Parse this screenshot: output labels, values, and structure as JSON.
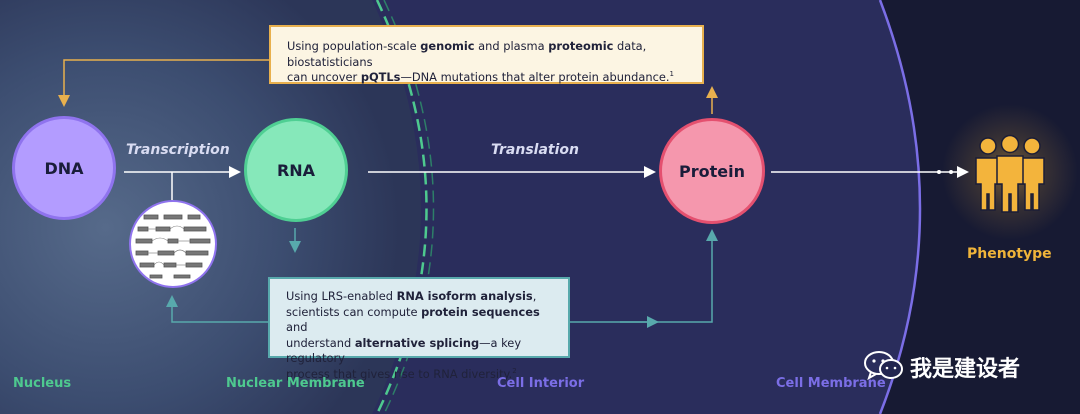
{
  "nodes": {
    "dna": "DNA",
    "rna": "RNA",
    "protein": "Protein"
  },
  "processes": {
    "transcription": "Transcription",
    "translation": "Translation"
  },
  "top_box": {
    "t1": "Using population-scale ",
    "b1": "genomic",
    "t2": " and plasma ",
    "b2": "proteomic",
    "t3": " data, biostatisticians",
    "t4": "can uncover ",
    "b3": "pQTLs",
    "t5": "—DNA mutations that alter protein abundance.",
    "sup": "1"
  },
  "bottom_box": {
    "t1": "Using LRS-enabled ",
    "b1": "RNA isoform analysis",
    "t2": ",",
    "t3": "scientists can compute ",
    "b2": "protein sequences",
    "t4": " and",
    "t5": "understand ",
    "b3": "alternative splicing",
    "t6": "—a key regulatory",
    "t7": "process that gives rise to RNA diversity.",
    "sup": "2"
  },
  "phenotype": "Phenotype",
  "regions": {
    "nucleus": "Nucleus",
    "nuclear_membrane": "Nuclear Membrane",
    "cell_interior": "Cell Interior",
    "cell_membrane": "Cell Membrane"
  },
  "watermark": "我是建设者",
  "colors": {
    "dna": "#b39cff",
    "rna": "#86e8ba",
    "protein": "#f597ad",
    "accent_gold": "#e8b04e",
    "accent_teal": "#58a9ac",
    "region_green": "#4ec98f",
    "region_purple": "#7b6ee6"
  },
  "icons": {
    "splicing": "alternative-splicing-diagram-icon",
    "phenotype": "people-group-icon",
    "watermark": "wechat-icon"
  }
}
